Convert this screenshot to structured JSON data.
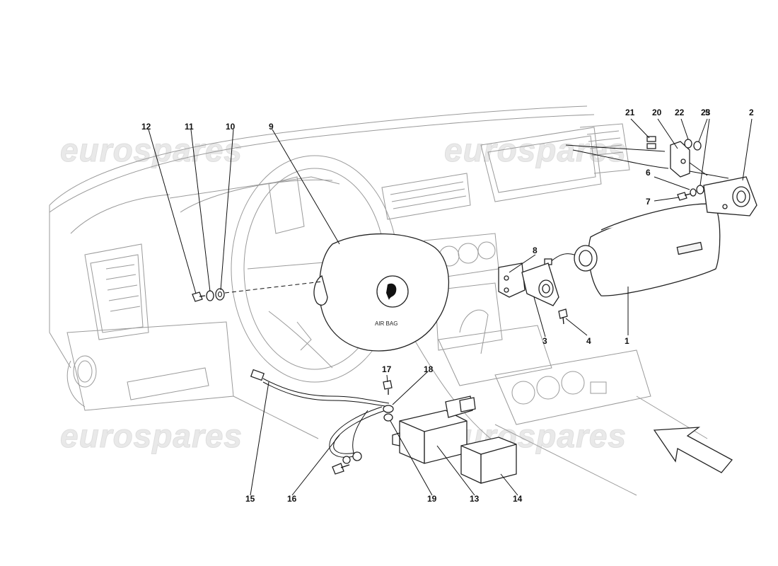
{
  "watermark": {
    "text": "eurospares"
  },
  "diagram": {
    "airbag_label": "AIR BAG"
  },
  "callouts": {
    "c1": "1",
    "c2": "2",
    "c3": "3",
    "c4": "4",
    "c5": "5",
    "c6": "6",
    "c7": "7",
    "c8": "8",
    "c9": "9",
    "c10": "10",
    "c11": "11",
    "c12": "12",
    "c13": "13",
    "c14": "14",
    "c15": "15",
    "c16": "16",
    "c17": "17",
    "c18": "18",
    "c19": "19",
    "c20": "20",
    "c21": "21",
    "c22": "22",
    "c23": "23"
  },
  "colors": {
    "line": "#111111",
    "outline": "#9a9a9a",
    "watermark": "#e9e9e9"
  }
}
